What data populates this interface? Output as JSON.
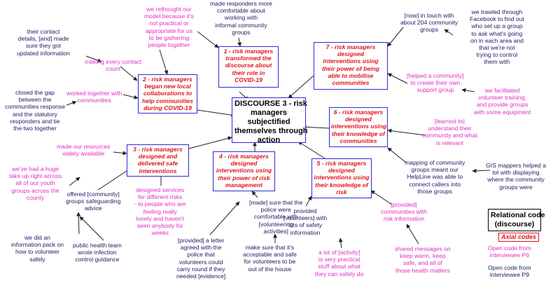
{
  "core": [
    "DISCOURSE 3 - risk",
    "managers",
    "subjectified",
    "themselves through",
    "action"
  ],
  "axial_codes": [
    {
      "id": "c1",
      "lines": [
        "1 - risk managers",
        "transformed the",
        "discourse about",
        "their role in",
        "COVID-19"
      ]
    },
    {
      "id": "c2",
      "lines": [
        "2 - risk managers",
        "began new local",
        "collaborations to",
        "help communities",
        "during COVID-19"
      ]
    },
    {
      "id": "c3",
      "lines": [
        "3 - risk managers",
        "designed and",
        "delivered safe",
        "interventions"
      ]
    },
    {
      "id": "c4",
      "lines": [
        "4 - risk managers",
        "designed",
        "interventions using",
        "their power of risk",
        "management"
      ]
    },
    {
      "id": "c5",
      "lines": [
        "5 - risk managers",
        "designed",
        "interventions using",
        "their knowledge of",
        "risk"
      ]
    },
    {
      "id": "c6",
      "lines": [
        "6 - risk managers",
        "designed",
        "interventions using",
        "their knowledge of",
        "communities"
      ]
    },
    {
      "id": "c7",
      "lines": [
        "7 - risk managers",
        "designed",
        "interventions using",
        "their power of being",
        "able to mobilise",
        "communities"
      ]
    }
  ],
  "open_codes": [
    {
      "id": "o1",
      "source": "P6",
      "lines": [
        "we rethought our",
        "model because it's",
        "not practical or",
        "appropriate for us",
        "to be gathering",
        "people together"
      ]
    },
    {
      "id": "o2",
      "source": "P9",
      "lines": [
        "made responders more",
        "comfortable about",
        "working with",
        "informal community",
        "groups"
      ]
    },
    {
      "id": "o3",
      "source": "P9",
      "lines": [
        "their contact",
        "details, [and] made",
        "sure they got",
        "updated information"
      ]
    },
    {
      "id": "o4",
      "source": "P6",
      "lines": [
        "making every contact",
        "count"
      ]
    },
    {
      "id": "o5",
      "source": "P9",
      "lines": [
        "closed the gap",
        "between the",
        "communities response",
        "and the statutory",
        "responders and tie",
        "the two together"
      ]
    },
    {
      "id": "o6",
      "source": "P6",
      "lines": [
        "worked together with",
        "communities"
      ]
    },
    {
      "id": "o7",
      "source": "P6",
      "lines": [
        "made our resources",
        "widely available"
      ]
    },
    {
      "id": "o8",
      "source": "P6",
      "lines": [
        "we've had a huge",
        "take up right across",
        "all of our youth",
        "groups across the",
        "county"
      ]
    },
    {
      "id": "o9",
      "source": "P9",
      "lines": [
        "offered [community]",
        "groups safeguarding",
        "advice"
      ]
    },
    {
      "id": "o10",
      "source": "P6",
      "lines": [
        "designed services",
        "for different risks",
        "- to people who are",
        "feeling really",
        "lonely and haven't",
        "seen anybody for",
        "weeks"
      ]
    },
    {
      "id": "o11",
      "source": "P9",
      "lines": [
        "we did an",
        "information pack on",
        "how to volunteer",
        "safely"
      ]
    },
    {
      "id": "o12",
      "source": "P9",
      "lines": [
        "public health team",
        "wrote infection",
        "control guidance"
      ]
    },
    {
      "id": "o13",
      "source": "P9",
      "lines": [
        "[provided] a letter",
        "agreed with the",
        "police that",
        "volunteers could",
        "carry round if they",
        "needed [evidence]"
      ]
    },
    {
      "id": "o14",
      "source": "P9",
      "lines": [
        "[made] sure that the",
        "police were",
        "comfortable with",
        "[volunteering",
        "activities]"
      ]
    },
    {
      "id": "o15",
      "source": "P9",
      "lines": [
        "make sure that it's",
        "acceptable and safe",
        "for volunteers to be",
        "out of the house"
      ]
    },
    {
      "id": "o16",
      "source": "P9",
      "lines": [
        "provided",
        "[volunteers] with",
        "lots of safety",
        "information"
      ]
    },
    {
      "id": "o17",
      "source": "P6",
      "lines": [
        "a lot of [activity]",
        "is very practical",
        "stuff about what",
        "they can safely do"
      ]
    },
    {
      "id": "o18",
      "source": "P6",
      "lines": [
        "[provided]",
        "communities with",
        "risk information"
      ]
    },
    {
      "id": "o19",
      "source": "P6",
      "lines": [
        "shared messages on",
        "keep warm, keep",
        "safe, and all of",
        "those health matters"
      ]
    },
    {
      "id": "o20",
      "source": "P9",
      "lines": [
        "[now] in touch with",
        "about 204 community",
        "groups"
      ]
    },
    {
      "id": "o21",
      "source": "P9",
      "lines": [
        "we trawled through",
        "Facebook to find out",
        "who set up a group",
        "to ask what's going",
        "on in each area and",
        "that we're not",
        "trying to control",
        "them with"
      ]
    },
    {
      "id": "o22",
      "source": "P6",
      "lines": [
        "[helped a community]",
        "to create their own",
        "support group"
      ]
    },
    {
      "id": "o23",
      "source": "P6",
      "lines": [
        "we facilitated",
        "volunteer training,",
        "and provide groups",
        "with some equipment"
      ]
    },
    {
      "id": "o24",
      "source": "P6",
      "lines": [
        "[learned to]",
        "understand their",
        "community and what",
        "is relevant"
      ]
    },
    {
      "id": "o25",
      "source": "P9",
      "lines": [
        "mapping of community",
        "groups meant our",
        "HelpLine was able to",
        "connect callers into",
        "those groups"
      ]
    },
    {
      "id": "o26",
      "source": "P9",
      "lines": [
        "GIS mappers helped a",
        "lot with displaying",
        "where the community",
        "groups were"
      ]
    }
  ],
  "legend": {
    "title": [
      "Relational code",
      "(discourse)"
    ],
    "axial": "Axial codes",
    "p6": [
      "Open code from",
      "interviewee P6"
    ],
    "p9": [
      "Open code from",
      "interviewee P9"
    ]
  },
  "colors": {
    "p6": "#e02cc4",
    "p9": "#1a1a66",
    "axial_text": "#e0141c",
    "box_border": "#2b2bd9"
  }
}
